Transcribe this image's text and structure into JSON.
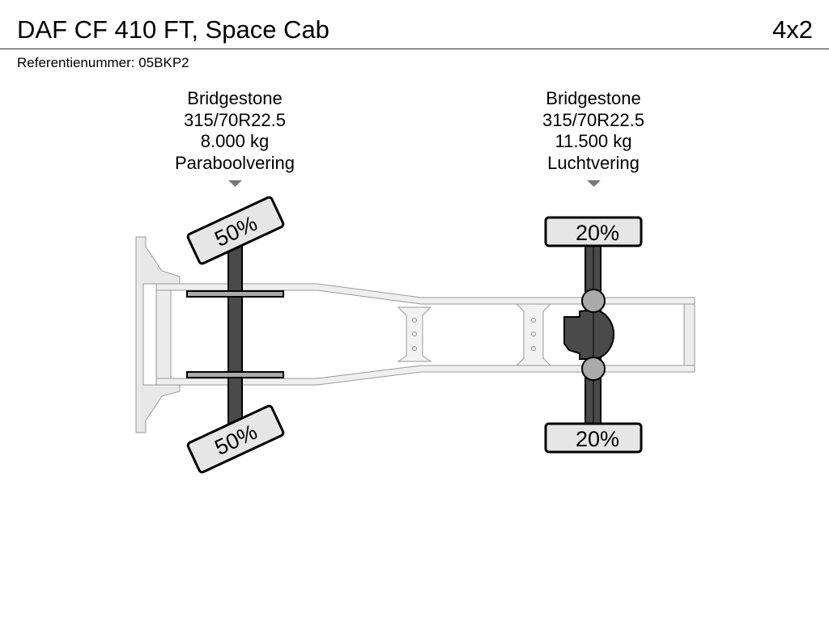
{
  "header": {
    "title": "DAF CF 410 FT, Space Cab",
    "configuration": "4x2",
    "reference": "Referentienummer: 05BKP2"
  },
  "axles": [
    {
      "position": "front",
      "brand": "Bridgestone",
      "tire_size": "315/70R22.5",
      "capacity": "8.000 kg",
      "suspension": "Paraboolvering",
      "tread_left": "50%",
      "tread_right": "50%",
      "tread_left_value": 50,
      "tread_right_value": 50
    },
    {
      "position": "rear",
      "brand": "Bridgestone",
      "tire_size": "315/70R22.5",
      "capacity": "11.500 kg",
      "suspension": "Luchtvering",
      "tread_left": "20%",
      "tread_right": "20%",
      "tread_left_value": 20,
      "tread_right_value": 20
    }
  ],
  "colors": {
    "axle": "#4a4a4a",
    "tire_fill": "#e6e6e6",
    "frame_fill": "#efefef",
    "frame_stroke": "#999999"
  }
}
